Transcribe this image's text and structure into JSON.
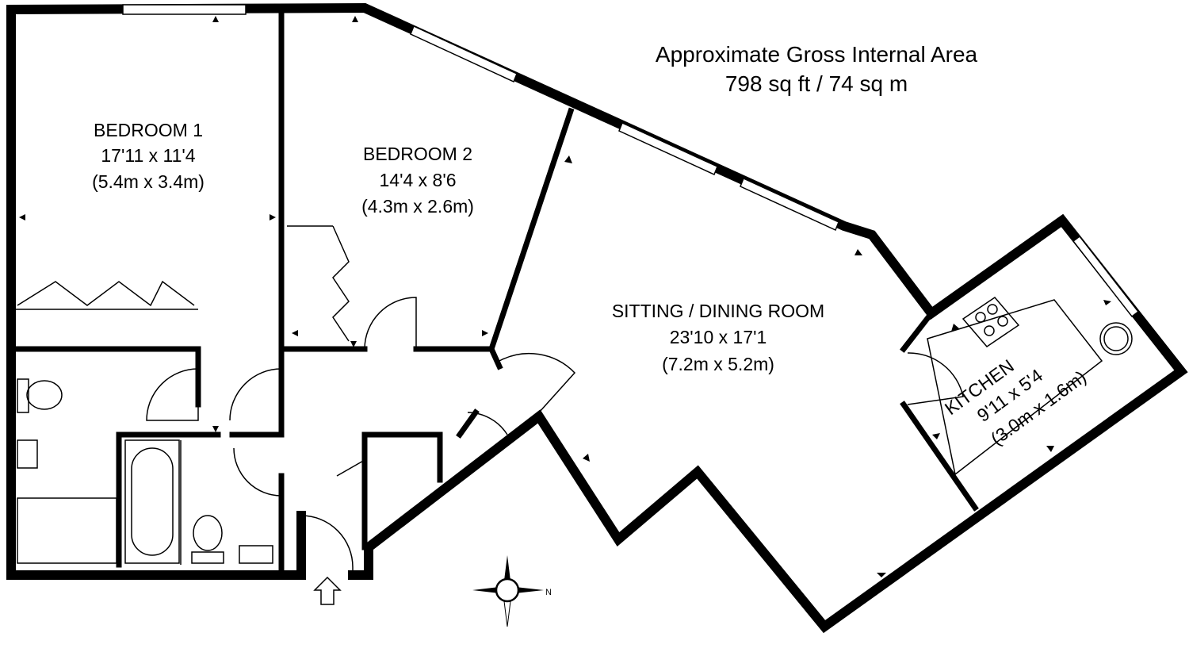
{
  "area": {
    "title": "Approximate Gross Internal Area",
    "value": "798 sq ft / 74 sq m"
  },
  "rooms": [
    {
      "name": "BEDROOM 1",
      "imperial": "17'11 x 11'4",
      "metric": "(5.4m x 3.4m)"
    },
    {
      "name": "BEDROOM 2",
      "imperial": "14'4 x 8'6",
      "metric": "(4.3m x 2.6m)"
    },
    {
      "name": "SITTING / DINING ROOM",
      "imperial": "23'10 x 17'1",
      "metric": "(7.2m x 5.2m)"
    },
    {
      "name": "KITCHEN",
      "imperial": "9'11 x 5'4",
      "metric": "(3.0m x 1.6m)"
    }
  ],
  "compass": {
    "north_label": "N"
  }
}
